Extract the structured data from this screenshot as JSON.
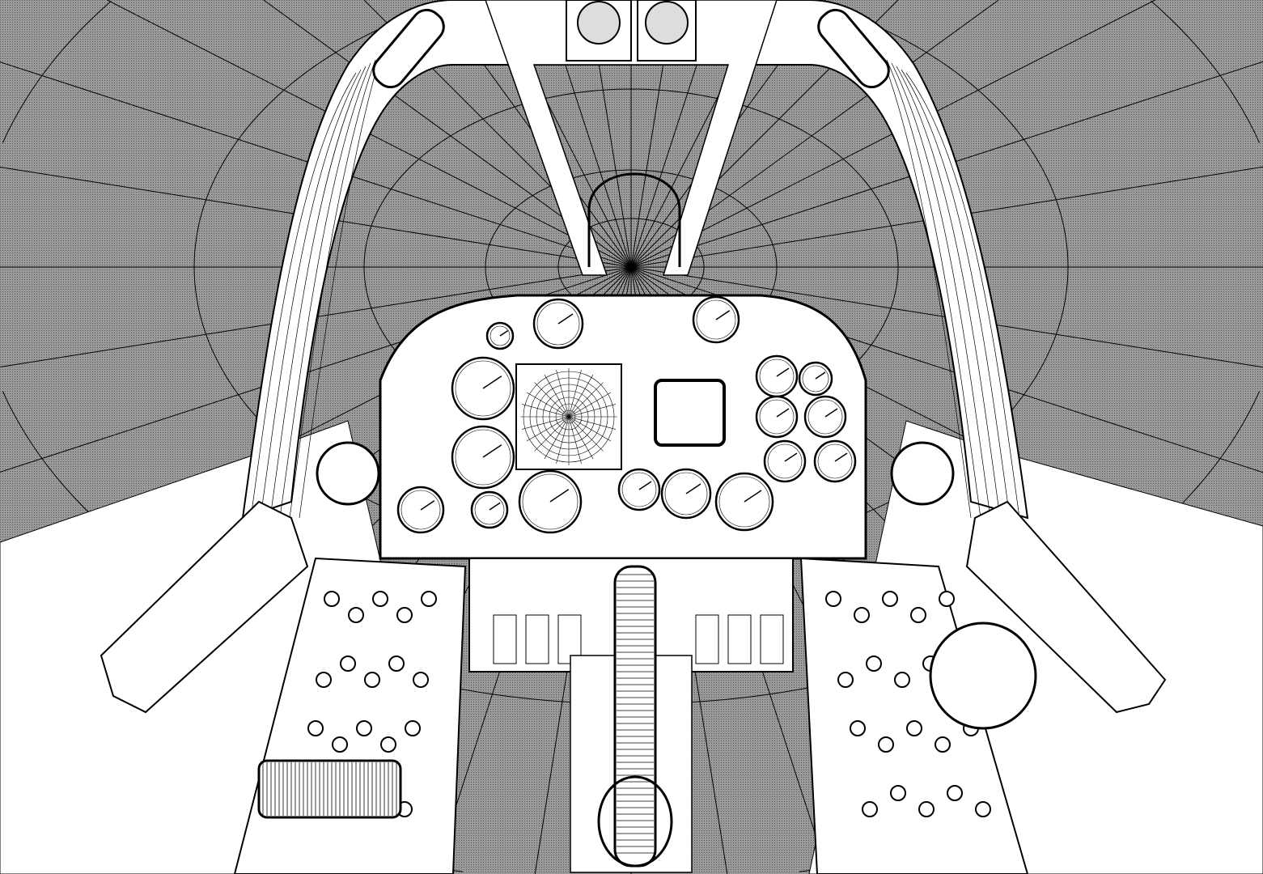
{
  "render": {
    "style": "wireframe",
    "colors": {
      "background_shell": "#8c8c8c",
      "line": "#000000",
      "surface": "#ffffff",
      "stipple": "#6f6f6f"
    },
    "icons": [
      "gauge",
      "control-stick",
      "throttle",
      "canopy-frame"
    ]
  }
}
